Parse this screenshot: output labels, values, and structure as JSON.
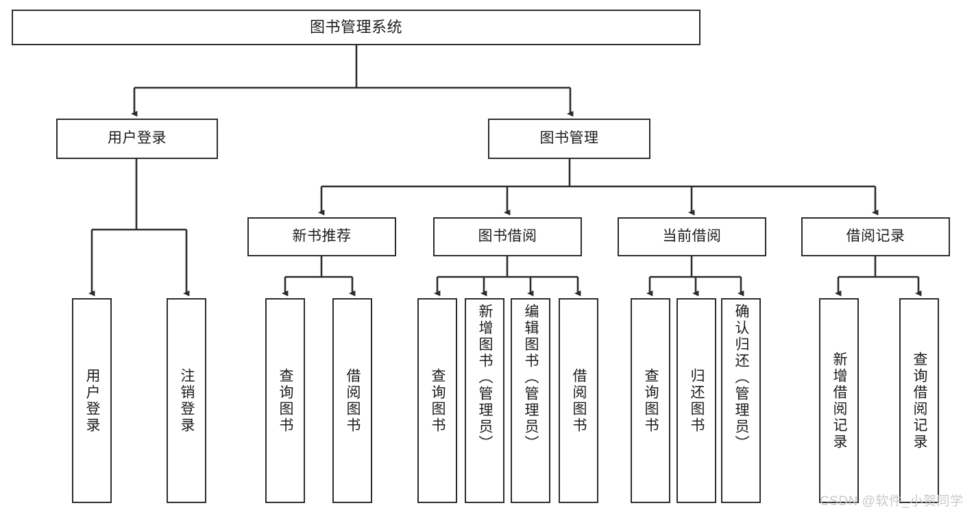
{
  "diagram": {
    "type": "tree",
    "title": "图书管理系统",
    "orientation": "top-down",
    "colors": {
      "box_border": "#2b2b2b",
      "box_fill": "#ffffff",
      "edge": "#2b2b2b",
      "text": "#1b1b1b",
      "watermark": "#c9c9c9",
      "background": "#ffffff"
    },
    "root": {
      "id": "root",
      "label": "图书管理系统"
    },
    "level2": [
      {
        "id": "user-login",
        "label": "用户登录"
      },
      {
        "id": "book-manage",
        "label": "图书管理"
      }
    ],
    "level3": [
      {
        "id": "new-book-recommend",
        "label": "新书推荐",
        "parent": "book-manage"
      },
      {
        "id": "book-borrow",
        "label": "图书借阅",
        "parent": "book-manage"
      },
      {
        "id": "current-borrow",
        "label": "当前借阅",
        "parent": "book-manage"
      },
      {
        "id": "borrow-record",
        "label": "借阅记录",
        "parent": "book-manage"
      }
    ],
    "leaves": [
      {
        "id": "leaf-user-login",
        "label": "用户登录",
        "parent": "user-login",
        "centered": true
      },
      {
        "id": "leaf-user-logout",
        "label": "注销登录",
        "parent": "user-login",
        "centered": true
      },
      {
        "id": "leaf-query-book-1",
        "label": "查询图书",
        "parent": "new-book-recommend",
        "centered": true
      },
      {
        "id": "leaf-borrow-book-1",
        "label": "借阅图书",
        "parent": "new-book-recommend",
        "centered": true
      },
      {
        "id": "leaf-query-book-2",
        "label": "查询图书",
        "parent": "book-borrow",
        "centered": true
      },
      {
        "id": "leaf-add-book",
        "label": "新增图书（管理员）",
        "parent": "book-borrow",
        "centered": false
      },
      {
        "id": "leaf-edit-book",
        "label": "编辑图书（管理员）",
        "parent": "book-borrow",
        "centered": false
      },
      {
        "id": "leaf-borrow-book-2",
        "label": "借阅图书",
        "parent": "book-borrow",
        "centered": true
      },
      {
        "id": "leaf-query-book-3",
        "label": "查询图书",
        "parent": "current-borrow",
        "centered": true
      },
      {
        "id": "leaf-return-book",
        "label": "归还图书",
        "parent": "current-borrow",
        "centered": true
      },
      {
        "id": "leaf-confirm-return",
        "label": "确认归还（管理员）",
        "parent": "current-borrow",
        "centered": false
      },
      {
        "id": "leaf-add-record",
        "label": "新增借阅记录",
        "parent": "borrow-record",
        "centered": true
      },
      {
        "id": "leaf-query-record",
        "label": "查询借阅记录",
        "parent": "borrow-record",
        "centered": true
      }
    ]
  },
  "watermark": {
    "text": "CSDN @软件_小贺同学"
  }
}
